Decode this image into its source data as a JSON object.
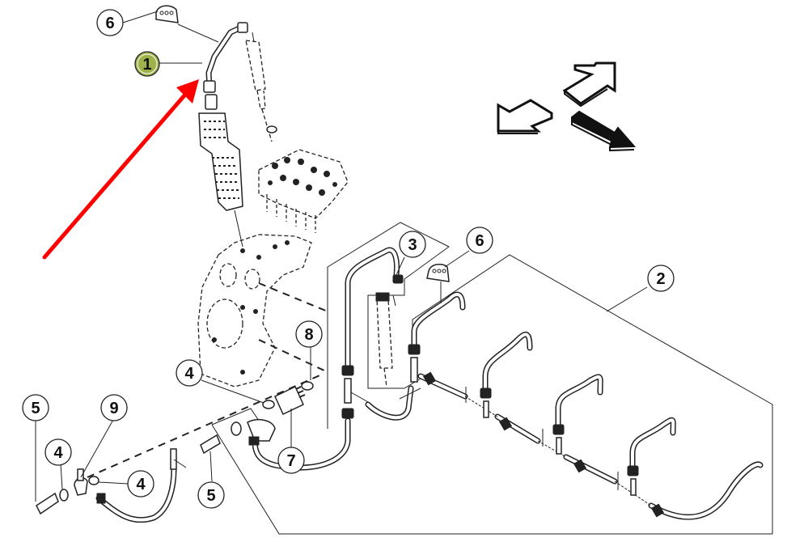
{
  "diagram": {
    "type": "exploded parts diagram",
    "subject": "fuel injection pump delivery lines and leak-off return lines",
    "highlight": {
      "callout": "1",
      "color": "#ff0000",
      "callout_fill": "#9db24b",
      "description": "red arrow pointing to injection line nut at pump outlet"
    },
    "callouts": [
      {
        "id": "callout-6-top",
        "label": "6"
      },
      {
        "id": "callout-1",
        "label": "1"
      },
      {
        "id": "callout-3",
        "label": "3"
      },
      {
        "id": "callout-6-right",
        "label": "6"
      },
      {
        "id": "callout-2",
        "label": "2"
      },
      {
        "id": "callout-8",
        "label": "8"
      },
      {
        "id": "callout-4-mid",
        "label": "4"
      },
      {
        "id": "callout-7",
        "label": "7"
      },
      {
        "id": "callout-9",
        "label": "9"
      },
      {
        "id": "callout-5-left",
        "label": "5"
      },
      {
        "id": "callout-4-left",
        "label": "4"
      },
      {
        "id": "callout-4-right",
        "label": "4"
      },
      {
        "id": "callout-5-mid",
        "label": "5"
      }
    ],
    "orientation_arrows": [
      "arrow-up-right-outline",
      "arrow-down-left-outline",
      "arrow-down-right-filled"
    ]
  }
}
